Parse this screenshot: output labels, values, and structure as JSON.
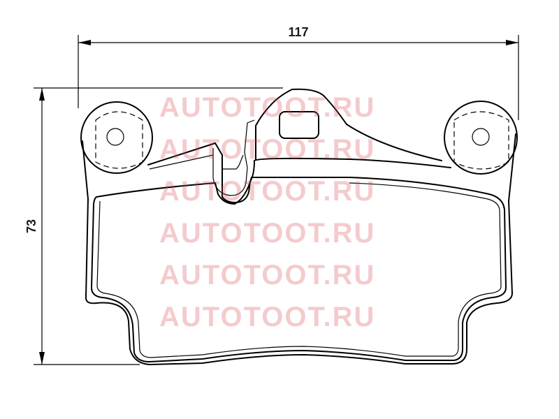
{
  "dimensions": {
    "width": "117",
    "height": "73"
  },
  "watermark": {
    "lines": [
      "AUTOTOOT.RU",
      "AUTOTOOT.RU",
      "AUTOTOOT.RU",
      "AUTOTOOT.RU",
      "AUTOTOOT.RU",
      "AUTOTOOT.RU"
    ]
  },
  "colors": {
    "line": "#000000",
    "watermark": "#d8464b"
  }
}
